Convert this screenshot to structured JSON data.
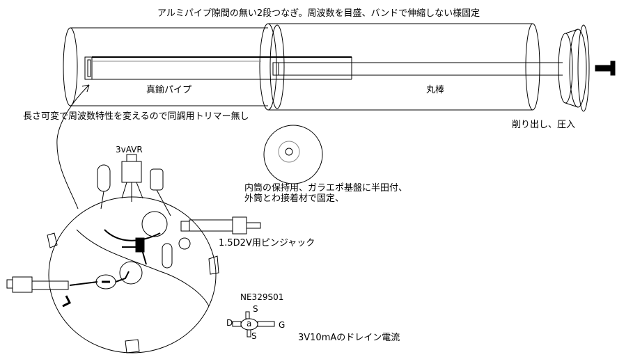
{
  "title": "アルミパイプ隙間の無い2段つなぎ。周波数を目盛、バンドで伸縮しない様固定",
  "labels": {
    "brass_pipe": "真鍮パイプ",
    "round_rod": "丸棒",
    "length_note": "長さ可変で周波数特性を変えるので同調用トリマー無し",
    "machined": "削り出し、圧入",
    "avr": "3vAVR",
    "holder_line1": "内筒の保持用、ガラエポ基盤に半田付、",
    "holder_line2": "外筒とわ接着材で固定、",
    "pin_jack": "1.5D2V用ピンジャック",
    "fet_part": "NE329S01",
    "pin_s_top": "S",
    "pin_d": "D",
    "pin_g": "G",
    "pin_s_bottom": "S",
    "fet_mark": "a",
    "drain_current": "3V10mAのドレイン電流"
  }
}
